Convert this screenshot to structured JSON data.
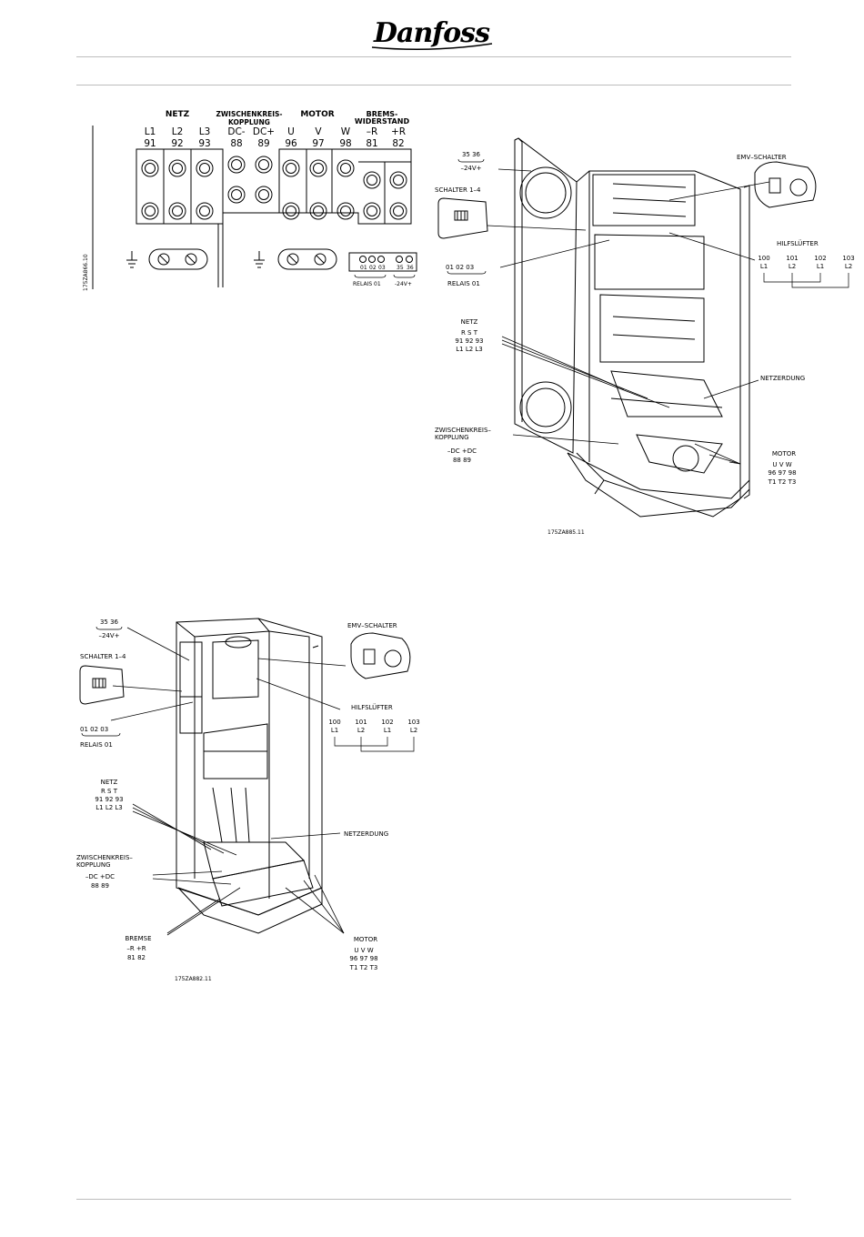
{
  "brand": {
    "logo_text": "Danfoss"
  },
  "terminal_diagram": {
    "groups": {
      "netz": "NETZ",
      "zwischenkreis_1": "ZWISCHENKREIS-",
      "zwischenkreis_2": "KOPPLUNG",
      "motor": "MOTOR",
      "brems_1": "BREMS-",
      "brems_2": "WIDERSTAND"
    },
    "terminals": [
      {
        "label": "L1",
        "number": "91"
      },
      {
        "label": "L2",
        "number": "92"
      },
      {
        "label": "L3",
        "number": "93"
      },
      {
        "label": "DC-",
        "number": "88"
      },
      {
        "label": "DC+",
        "number": "89"
      },
      {
        "label": "U",
        "number": "96"
      },
      {
        "label": "V",
        "number": "97"
      },
      {
        "label": "W",
        "number": "98"
      },
      {
        "label": "–R",
        "number": "81"
      },
      {
        "label": "+R",
        "number": "82"
      }
    ],
    "relay_numbers": [
      "01",
      "02",
      "03",
      "35",
      "36"
    ],
    "relay_label": "RELAIS 01",
    "voltage_label": "-24V+",
    "code": "175ZA866.10"
  },
  "diagram_upper": {
    "t3536": "35  36",
    "v24": "–24V+",
    "schalter": "SCHALTER 1–4",
    "relay_nums": "01  02  03",
    "relais": "RELAIS  01",
    "emv": "EMV–SCHALTER",
    "hilfs": "HILFSLÜFTER",
    "hilfs_nums": [
      "100",
      "101",
      "102",
      "103"
    ],
    "hilfs_phases": [
      "L1",
      "L2",
      "L1",
      "L2"
    ],
    "netz": "NETZ",
    "netz_rst": "R    S    T",
    "netz_nums": "91  92  93",
    "netz_l": "L1  L2  L3",
    "netzerdung": "NETZERDUNG",
    "zk1": "ZWISCHENKREIS–",
    "zk2": "KOPPLUNG",
    "dc": "–DC  +DC",
    "dc_nums": "88     89",
    "motor": "MOTOR",
    "motor_uvw": "U    V    W",
    "motor_nums": "96  97  98",
    "motor_t": "T1  T2  T3",
    "code": "175ZA885.11"
  },
  "diagram_lower": {
    "t3536": "35  36",
    "v24": "–24V+",
    "schalter": "SCHALTER 1–4",
    "relay_nums": "01  02  03",
    "relais": "RELAIS  01",
    "emv": "EMV–SCHALTER",
    "hilfs": "HILFSLÜFTER",
    "hilfs_nums": [
      "100",
      "101",
      "102",
      "103"
    ],
    "hilfs_phases": [
      "L1",
      "L2",
      "L1",
      "L2"
    ],
    "netz": "NETZ",
    "netz_rst": "R    S    T",
    "netz_nums": "91  92  93",
    "netz_l": "L1  L2  L3",
    "netzerdung": "NETZERDUNG",
    "zk1": "ZWISCHENKREIS–",
    "zk2": "KOPPLUNG",
    "dc": "–DC  +DC",
    "dc_nums": "88     89",
    "bremse": "BREMSE",
    "bremse_r": "–R  +R",
    "bremse_nums": "81  82",
    "motor": "MOTOR",
    "motor_uvw": "U    V    W",
    "motor_nums": "96  97  98",
    "motor_t": "T1  T2  T3",
    "code": "175ZA882.11"
  }
}
